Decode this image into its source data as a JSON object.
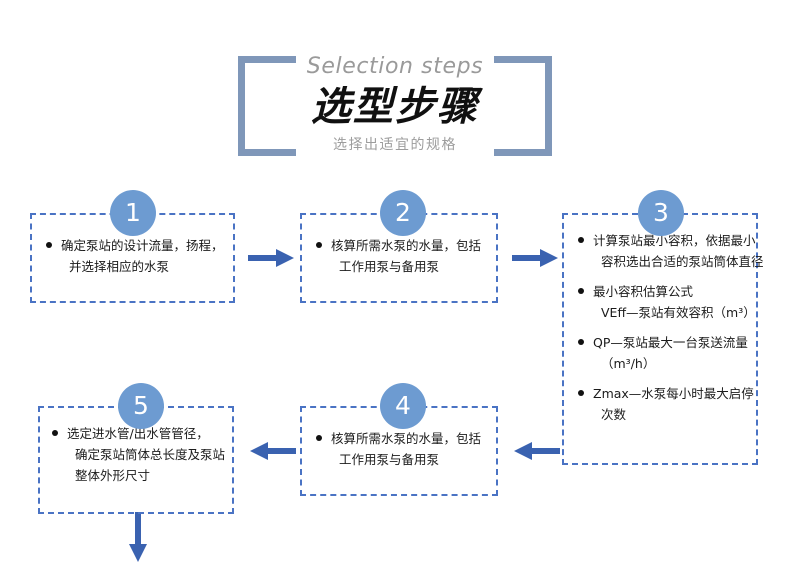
{
  "header": {
    "title_en": "Selection steps",
    "title_cn": "选型步骤",
    "subtitle": "选择出适宜的规格",
    "bracket_color": "#7f97b9",
    "title_en_color": "#9a9a9a",
    "subtitle_color": "#9d9d9d"
  },
  "theme": {
    "badge_color": "#6d9bd1",
    "box_border_color": "#4a73c4",
    "arrow_color": "#3a62b0",
    "text_color": "#1b1b1b",
    "background": "#ffffff"
  },
  "steps": [
    {
      "number": "1",
      "bullets": [
        {
          "lines": [
            "确定泵站的设计流量，扬程，",
            "并选择相应的水泵"
          ]
        }
      ]
    },
    {
      "number": "2",
      "bullets": [
        {
          "lines": [
            "核算所需水泵的水量，包括",
            "工作用泵与备用泵"
          ]
        }
      ]
    },
    {
      "number": "3",
      "bullets": [
        {
          "lines": [
            "计算泵站最小容积，依据最小",
            "容积选出合适的泵站筒体直径"
          ]
        },
        {
          "lines": [
            "最小容积估算公式",
            "VEff—泵站有效容积（m³）"
          ]
        },
        {
          "lines": [
            "QP—泵站最大一台泵送流量",
            "（m³/h）"
          ]
        },
        {
          "lines": [
            "Zmax—水泵每小时最大启停",
            "次数"
          ]
        }
      ]
    },
    {
      "number": "4",
      "bullets": [
        {
          "lines": [
            "核算所需水泵的水量，包括",
            "工作用泵与备用泵"
          ]
        }
      ]
    },
    {
      "number": "5",
      "bullets": [
        {
          "lines": [
            "选定进水管/出水管管径，",
            "确定泵站筒体总长度及泵站",
            "整体外形尺寸"
          ]
        }
      ]
    }
  ],
  "arrows": [
    {
      "name": "arrow-step1-to-step2",
      "direction": "right"
    },
    {
      "name": "arrow-step2-to-step3",
      "direction": "right"
    },
    {
      "name": "arrow-step3-to-step4",
      "direction": "left"
    },
    {
      "name": "arrow-step4-to-step5",
      "direction": "left"
    },
    {
      "name": "arrow-step5-downward",
      "direction": "down"
    }
  ]
}
